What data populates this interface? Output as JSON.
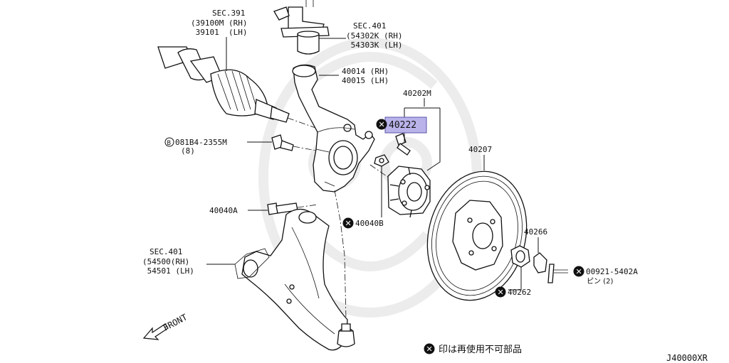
{
  "labels": {
    "sec391_title": "SEC.391",
    "sec391_rh": "(39100M (RH)",
    "sec391_lh": " 39101  (LH)",
    "sec401_top_title": "SEC.401",
    "sec401_top_rh": "(54302K (RH)",
    "sec401_top_lh": " 54303K (LH)",
    "knuckle_rh": "40014 (RH)",
    "knuckle_lh": "40015 (LH)",
    "hub_assy": "40202M",
    "hub_bolt": "40222",
    "bolt_081b4": "081B4-2355M",
    "bolt_081b4_qty": "(8)",
    "bolt_081b4_prefix": "B",
    "bolt_40040a": "40040A",
    "nut_40040b": "40040B",
    "rotor": "40207",
    "washer": "40266",
    "pin": "00921-5402A",
    "pin_desc": "ピン (2)",
    "nut_40262": "40262",
    "sec401_low_title": "SEC.401",
    "sec401_low_rh": "(54500(RH)",
    "sec401_low_lh": " 54501 (LH)",
    "front": "FRONT",
    "legend": "印は再使用不可部品",
    "diagram_code": "J40000XR"
  },
  "highlight_color": "#b9b3ea",
  "nonreusable_marker_icon": "x-circle-icon"
}
